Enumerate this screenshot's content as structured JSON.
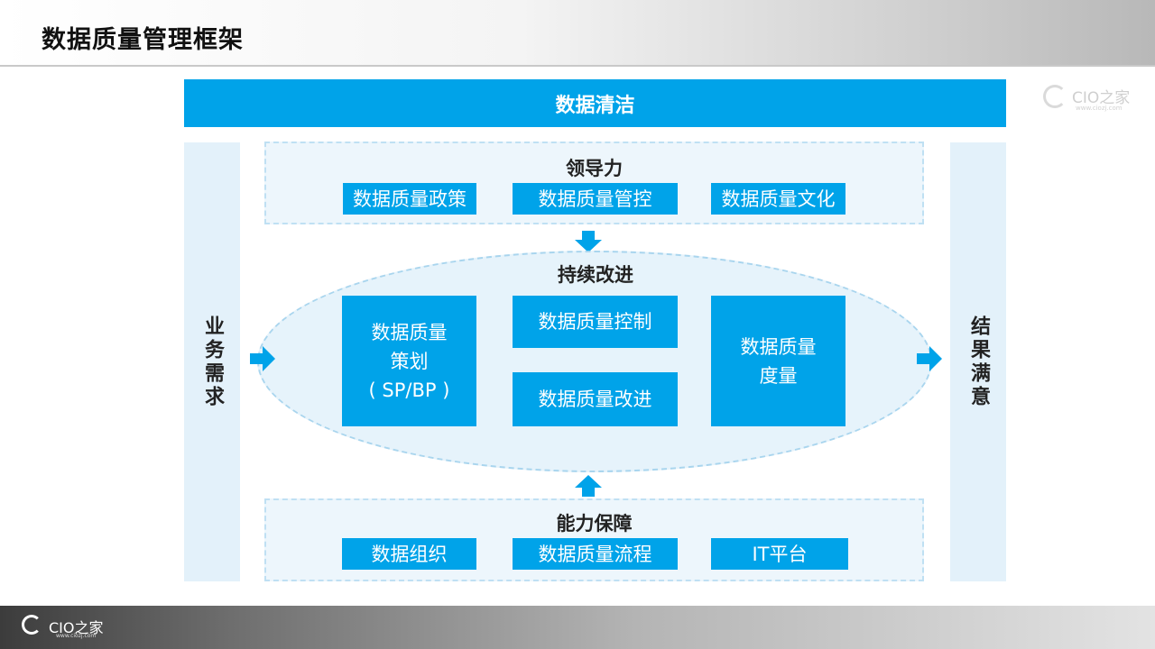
{
  "header": {
    "title": "数据质量管理框架"
  },
  "watermark": {
    "brand": "CIO之家",
    "url": "www.ciozj.com"
  },
  "footer": {
    "brand": "CIO之家",
    "url": "www.ciozj.com"
  },
  "diagram": {
    "top_bar": "数据清洁",
    "left_column": "业务需求",
    "right_column": "结果满意",
    "leadership": {
      "title": "领导力",
      "items": [
        "数据质量政策",
        "数据质量管控",
        "数据质量文化"
      ]
    },
    "continuous": {
      "title": "持续改进",
      "planning": [
        "数据质量",
        "策划",
        "( SP/BP )"
      ],
      "control": "数据质量控制",
      "improve": "数据质量改进",
      "measure": [
        "数据质量",
        "度量"
      ]
    },
    "capability": {
      "title": "能力保障",
      "items": [
        "数据组织",
        "数据质量流程",
        "IT平台"
      ]
    }
  },
  "colors": {
    "accent": "#00a3e9",
    "panel_bg": "#edf6fc",
    "side_bg": "#e3f1fa"
  }
}
